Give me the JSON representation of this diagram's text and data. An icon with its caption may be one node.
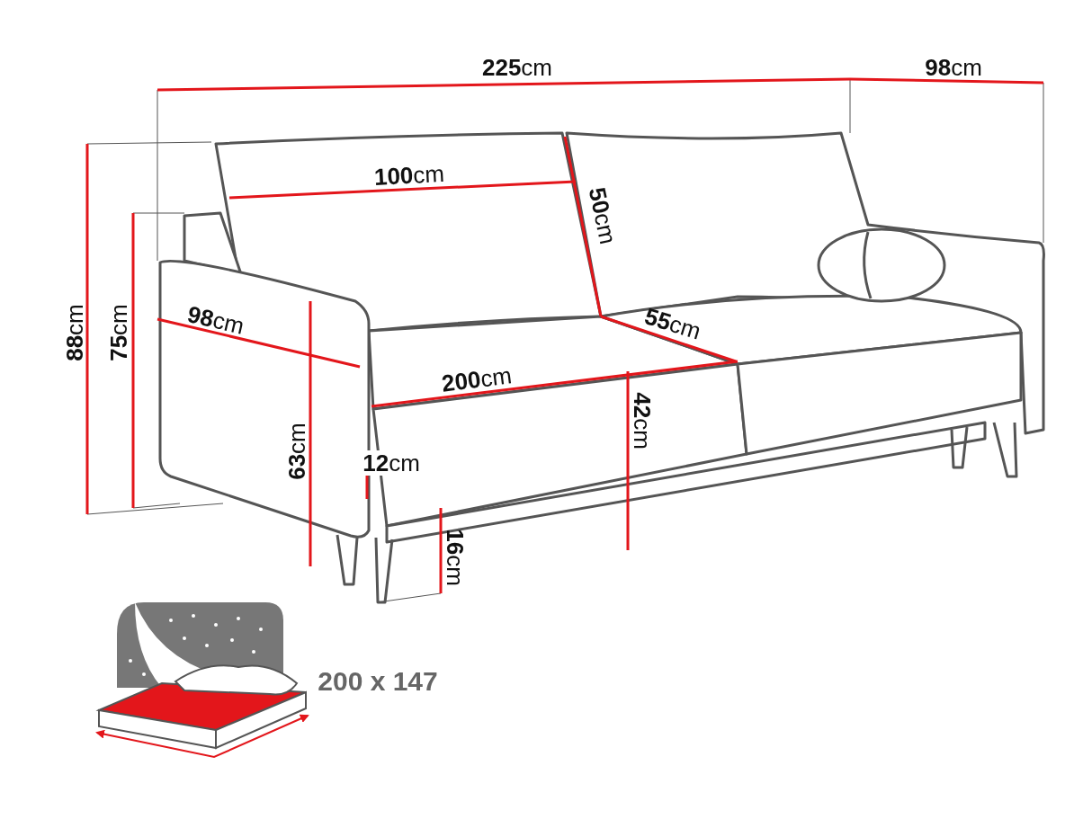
{
  "diagram": {
    "labels": [
      "**225**cm",
      "**98**cm",
      "**100**cm",
      "**50**cm",
      "**88**cm",
      "**75**cm",
      "**98**cm",
      "**55**cm",
      "**200**cm",
      "**42**cm",
      "**63**cm",
      "**12**cm",
      "**16**cm",
      "200 x 147"
    ]
  }
}
